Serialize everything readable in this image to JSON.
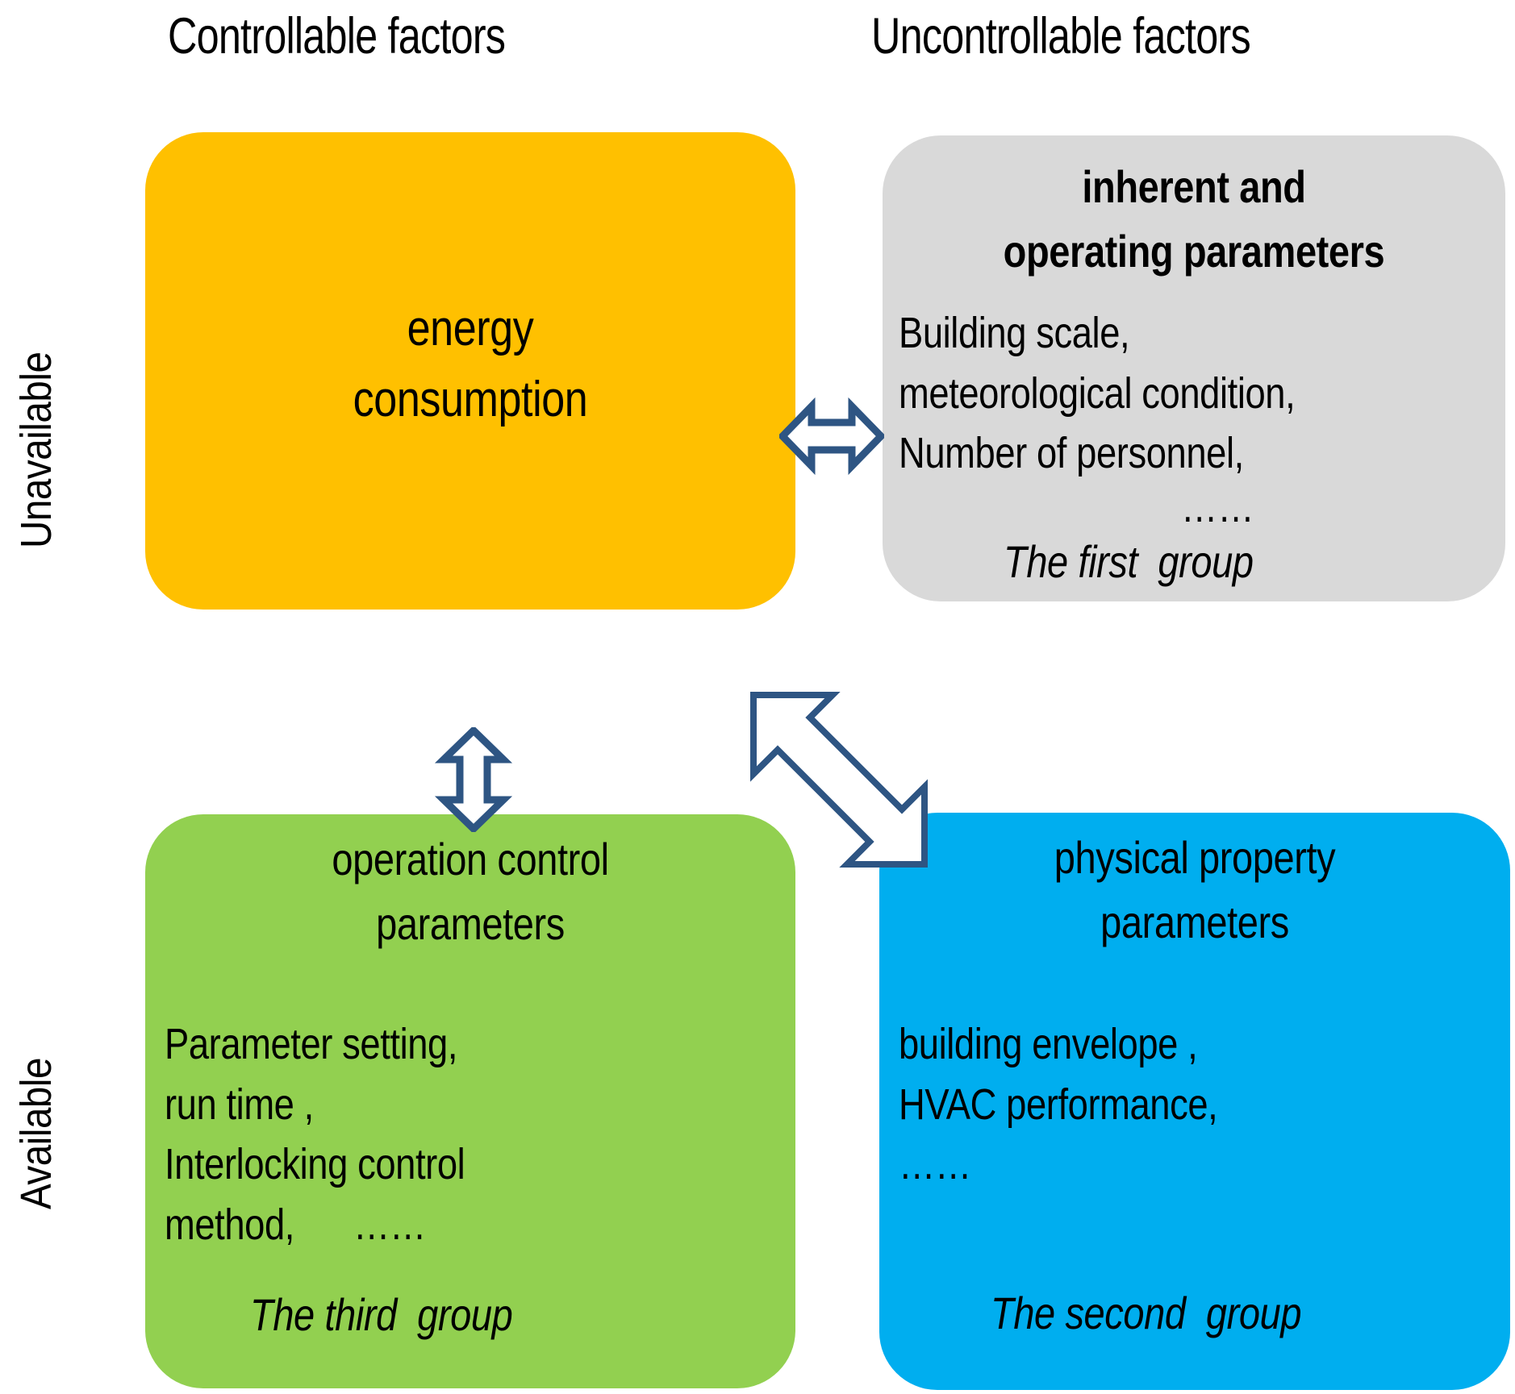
{
  "headers": {
    "controllable": "Controllable factors",
    "uncontrollable": "Uncontrollable factors"
  },
  "row_labels": {
    "unavailable": "Unavailable",
    "available": "Available"
  },
  "boxes": {
    "energy": {
      "title": "energy\nconsumption",
      "color": "#FFC000"
    },
    "inherent": {
      "title": "inherent  and\noperating  parameters",
      "body": "Building scale,\nmeteorological condition,\nNumber of personnel,",
      "dots": "……",
      "group": "The first  group",
      "color": "#D9D9D9"
    },
    "operation": {
      "title": "operation control\nparameters",
      "body": "Parameter setting,\nrun time ,\nInterlocking control\nmethod,      ……",
      "group": "The third  group",
      "color": "#92D050"
    },
    "physical": {
      "title": "physical property\nparameters",
      "body": "building envelope ,\nHVAC performance,\n……",
      "group": "The second  group",
      "color": "#00AEEF"
    }
  },
  "arrows": {
    "horizontal": "double-arrow-horizontal-icon",
    "vertical": "double-arrow-vertical-icon",
    "diagonal": "double-arrow-diagonal-icon",
    "stroke": "#2E5583",
    "fill": "#FFFFFF"
  }
}
